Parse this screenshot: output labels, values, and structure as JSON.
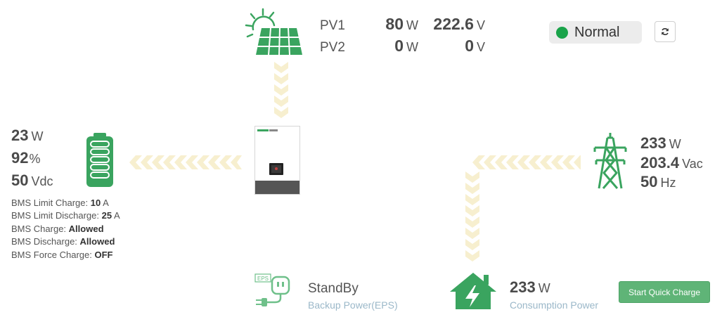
{
  "pv": {
    "rows": [
      {
        "name": "PV1",
        "power": "80",
        "power_unit": "W",
        "voltage": "222.6",
        "voltage_unit": "V"
      },
      {
        "name": "PV2",
        "power": "0",
        "power_unit": "W",
        "voltage": "0",
        "voltage_unit": "V"
      }
    ]
  },
  "status": {
    "label": "Normal",
    "color": "#1aa34a"
  },
  "battery": {
    "power": "23",
    "power_unit": "W",
    "soc": "92",
    "soc_unit": "%",
    "voltage": "50",
    "voltage_unit": "Vdc",
    "bms": [
      {
        "label": "BMS Limit Charge:",
        "value": "10",
        "unit": "A"
      },
      {
        "label": "BMS Limit Discharge:",
        "value": "25",
        "unit": "A"
      },
      {
        "label": "BMS Charge:",
        "value": "Allowed",
        "unit": ""
      },
      {
        "label": "BMS Discharge:",
        "value": "Allowed",
        "unit": ""
      },
      {
        "label": "BMS Force Charge:",
        "value": "OFF",
        "unit": ""
      }
    ]
  },
  "grid": {
    "power": "233",
    "power_unit": "W",
    "voltage": "203.4",
    "voltage_unit": "Vac",
    "frequency": "50",
    "frequency_unit": "Hz"
  },
  "eps": {
    "state": "StandBy",
    "label": "Backup Power(EPS)",
    "icon_text": "EPS"
  },
  "consumption": {
    "power": "233",
    "power_unit": "W",
    "label": "Consumption Power"
  },
  "actions": {
    "quick_charge": "Start Quick Charge"
  },
  "colors": {
    "accent_green": "#3aa45f",
    "flow_arrow": "#f7efcf",
    "button": "#5fb477"
  }
}
